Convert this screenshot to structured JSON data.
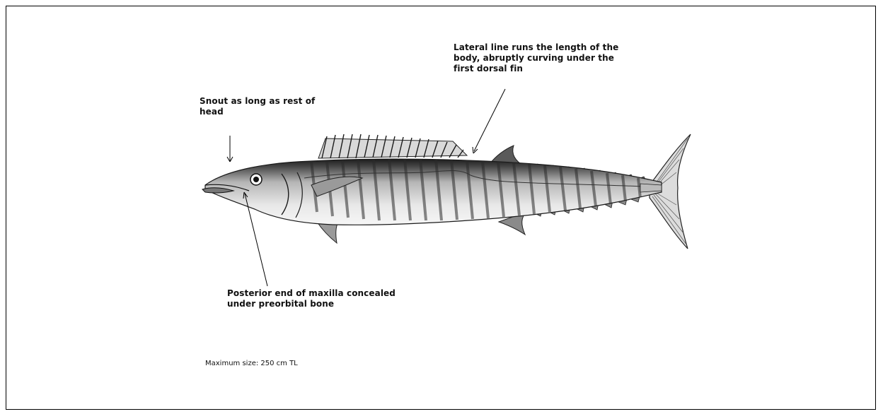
{
  "figure": {
    "annotations": {
      "lateral_line": "Lateral line runs the length of the\nbody, abruptly curving under the\nfirst dorsal fin",
      "snout": "Snout as long as rest of\nhead",
      "maxilla": "Posterior end of maxilla concealed\nunder preorbital bone"
    },
    "max_size": "Maximum size: 250 cm TL"
  },
  "colors": {
    "border": "#000000",
    "ink": "#111111",
    "background": "#ffffff"
  }
}
